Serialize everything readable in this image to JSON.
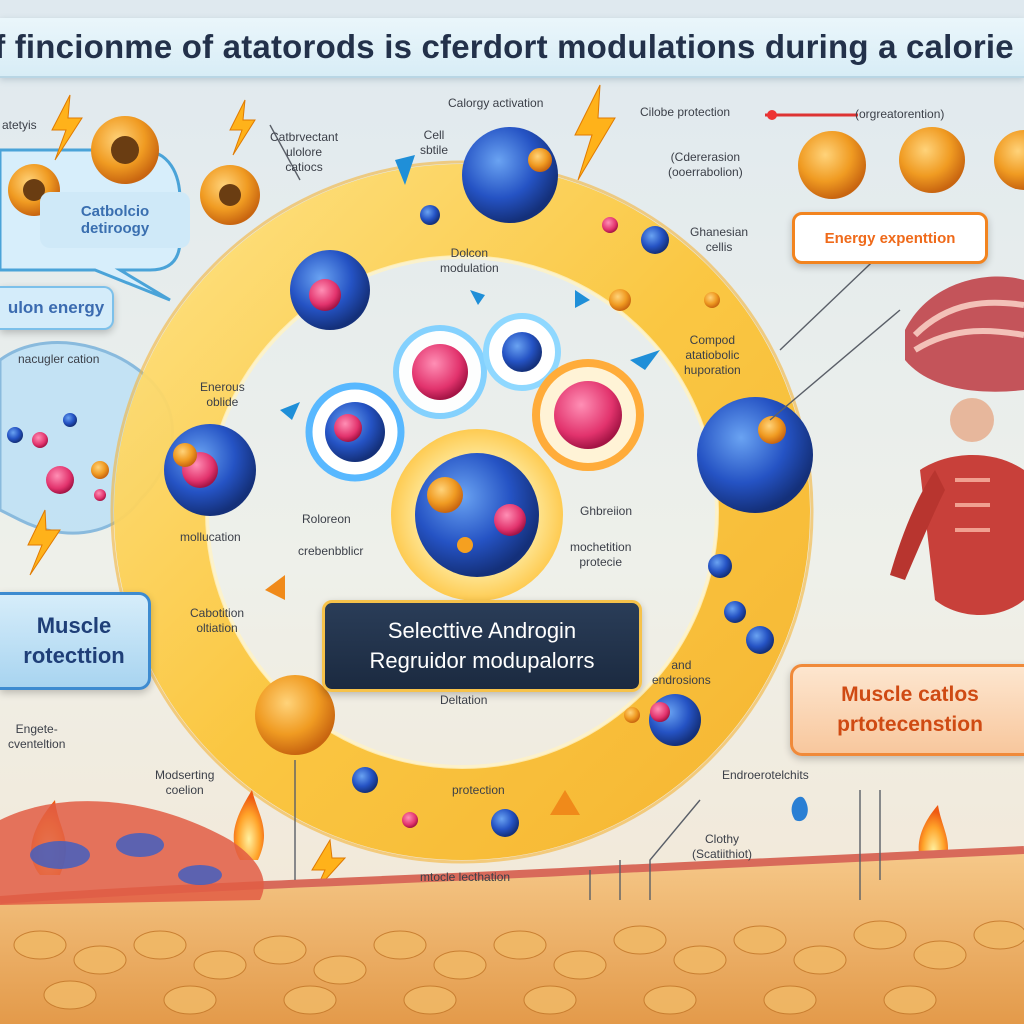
{
  "title": "unction of fincionme of atatorods is cferdort modulations during a calorie diedbic",
  "center_box": {
    "line1": "Selecttive Androgin",
    "line2": "Regruidor modupalorrs"
  },
  "pills": {
    "catabolic_energy": "Catbolcio\ndetiroogy",
    "ulon_energy": "ulon energy",
    "muscle_protection_left": "Muscle\nrotecttion",
    "energy_expenditure": "Energy expenttion",
    "muscle_catlos_protection": "Muscle catlos\nprtotecenstion"
  },
  "labels": {
    "lbl_atetyis": "atetyis",
    "lbl_calorgy_activation": "Calorgy activation",
    "lbl_cablobe_protection": "Cilobe protection",
    "lbl_orgeration": "(orgreatorention)",
    "lbl_carbrvectant": "Catbrvectant\nulolore\ncatiocs",
    "lbl_cell_sbtile": "Cell\nsbtile",
    "lbl_ctderession": "(Cdererasion\n(ooerrabolion)",
    "lbl_dolcon_modulation": "Dolcon\nmodulation",
    "lbl_ghanesian_cellis": "Ghanesian\ncellis",
    "lbl_nacugler_cation": "nacugler cation",
    "lbl_compod": "Compod\natatiobolic\nhuporation",
    "lbl_enerous_oblide": "Enerous\noblide",
    "lbl_moludation": "mollucation",
    "lbl_roloroeon": "Roloreon",
    "lbl_crebenbbliar": "crebenbblicr",
    "lbl_ghbration": "Ghbreiion",
    "lbl_mtochettion": "mochetition\nprotecie",
    "lbl_cabolition": "Cabotition\noltiation",
    "lbl_and_endrosions": "and\nendrosions",
    "lbl_deltation": "Deltation",
    "lbl_engeetre": "Engete-\ncventeltion",
    "lbl_modserting": "Modserting\ncoelion",
    "lbl_endreerdteights": "Endroerotelchits",
    "lbl_protection": "protection",
    "lbl_clothy": "Clothy\n(Scatiithiot)",
    "lbl_mtocle_lecthation": "mtocle lecthation"
  }
}
